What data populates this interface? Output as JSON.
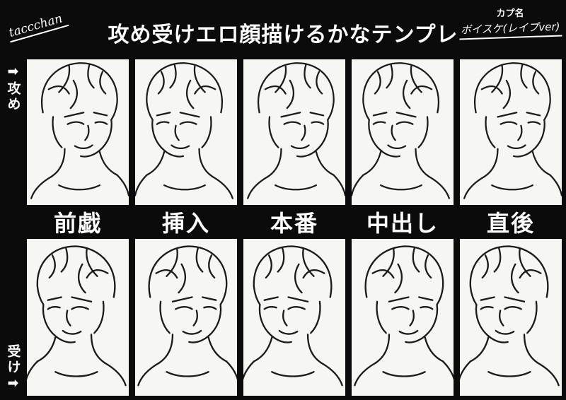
{
  "header": {
    "signature": "taccchan",
    "title": "攻め受けエロ顔描けるかなテンプレ",
    "pairing_label": "カプ名",
    "pairing_value": "ボイスケ(レイプver)"
  },
  "side_labels": {
    "seme": "➡攻め",
    "uke": "受け➡"
  },
  "columns": [
    "前戯",
    "挿入",
    "本番",
    "中出し",
    "直後"
  ],
  "colors": {
    "background": "#0b0b0b",
    "panel": "#f6f6f3",
    "text": "#ffffff",
    "ink": "#1b1b1b"
  }
}
